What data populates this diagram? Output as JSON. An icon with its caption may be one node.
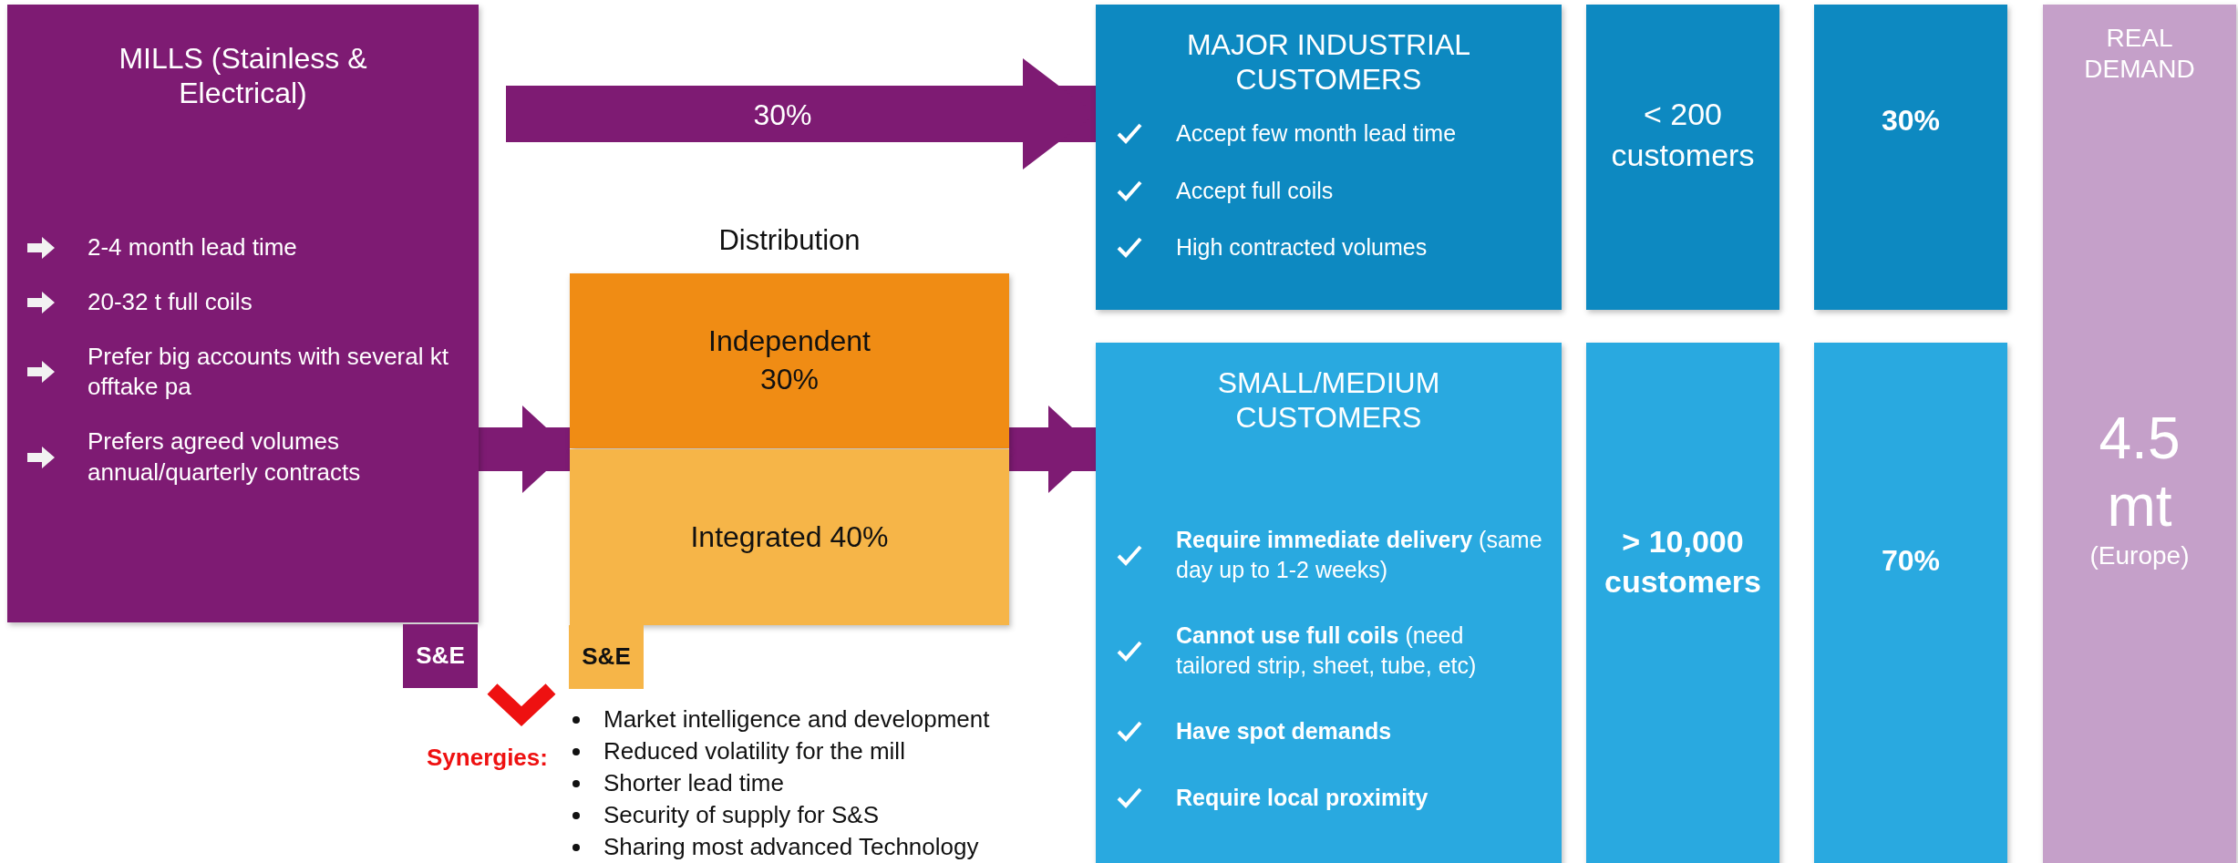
{
  "diagram": {
    "nodes": [
      {
        "text": [
          "MILLS (Stainless & Electrical)",
          "2-4 month lead time",
          "20-32 t full coils",
          "Prefer big accounts with several kt offtake pa",
          "Prefers agreed volumes annual/quarterly contracts"
        ]
      },
      {
        "text": [
          "S&E"
        ]
      },
      {
        "text": [
          "Distribution"
        ]
      },
      {
        "text": [
          "Independent 30%"
        ],
        "in": 2
      },
      {
        "text": [
          "Integrated 40%"
        ],
        "in": 2
      },
      {
        "text": [
          "S&E"
        ]
      },
      {
        "text": [
          "MAJOR INDUSTRIAL CUSTOMERS",
          "Accept few month lead time",
          "Accept full coils",
          "High contracted volumes"
        ]
      },
      {
        "text": [
          "< 200 customers"
        ]
      },
      {
        "text": [
          "30%"
        ]
      },
      {
        "text": [
          "SMALL/MEDIUM CUSTOMERS",
          "**Require immediate delivery** (same day up to 1-2 weeks)",
          "**Cannot use full coils** (need tailored strip, sheet, tube, etc)",
          "**Have spot demands**",
          "**Require local proximity**"
        ]
      },
      {
        "text": [
          "> 10,000 customers"
        ]
      },
      {
        "text": [
          "70%"
        ]
      },
      {
        "text": [
          "REAL DEMAND",
          "4.5 mt",
          "(Europe)"
        ]
      }
    ],
    "edges": [
      {
        "from": 0,
        "to": 6,
        "arrow": "to",
        "label": "30%"
      },
      {
        "from": 0,
        "to": 2,
        "arrow": "to"
      },
      {
        "from": 2,
        "to": 9,
        "arrow": "to"
      }
    ],
    "labels": [
      "Synergies:",
      "Market intelligence and development",
      "Reduced volatility for the mill",
      "Shorter lead time",
      "Security of supply for S&S",
      "Sharing most advanced Technology"
    ]
  }
}
